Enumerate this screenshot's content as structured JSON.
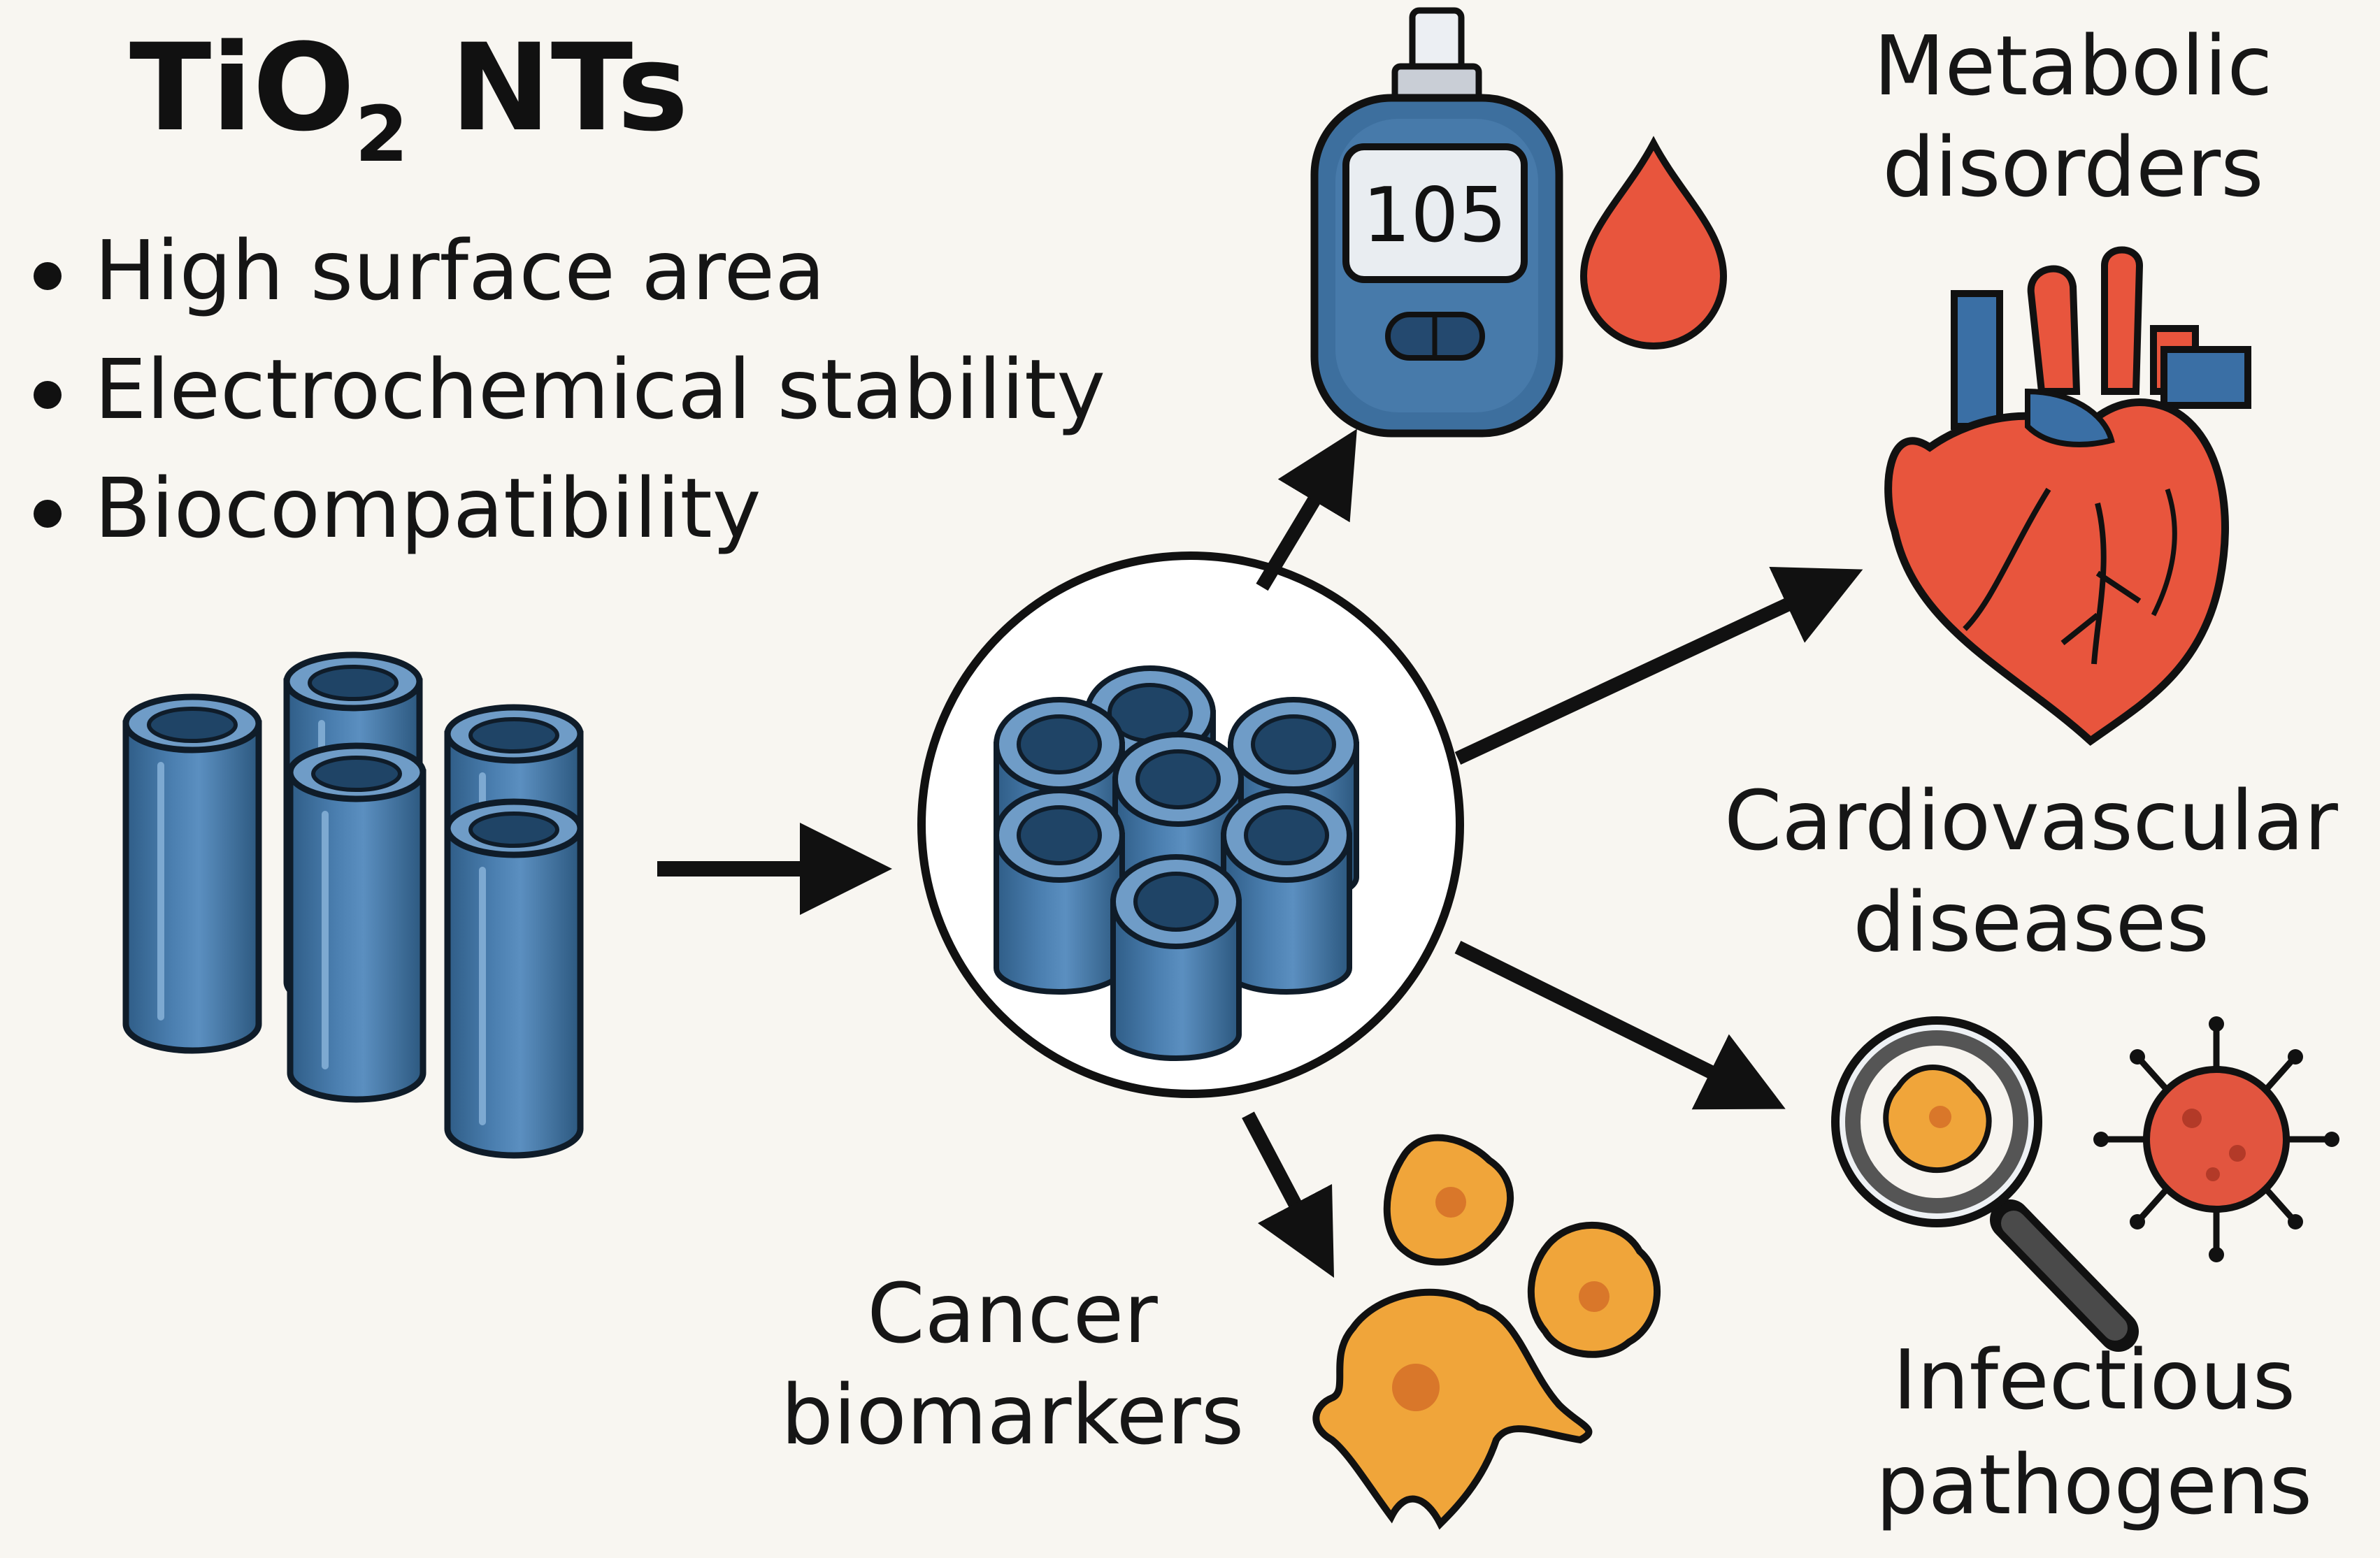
{
  "title": {
    "main": "TiO",
    "subscript": "2",
    "suffix": " NTs"
  },
  "properties": [
    "High surface area",
    "Electrochemical stability",
    "Biocompatibility"
  ],
  "glucometer": {
    "reading": "105"
  },
  "labels": {
    "metabolic_line1": "Metabolic",
    "metabolic_line2": "disorders",
    "cardio_line1": "Cardiovascular",
    "cardio_line2": "diseases",
    "cancer_line1": "Cancer",
    "cancer_line2": "biomarkers",
    "infectious_line1": "Infectious",
    "infectious_line2": "pathogens"
  },
  "icons": [
    "nanotube-bundle-icon",
    "nanotube-array-circle-icon",
    "glucometer-icon",
    "blood-drop-icon",
    "heart-icon",
    "cancer-cells-icon",
    "magnifier-icon",
    "virus-icon"
  ],
  "colors": {
    "tube_blue": "#3d6f9e",
    "tube_light": "#6f9cc7",
    "tube_dark": "#1f4466",
    "heart_red": "#e8553d",
    "vessel_blue": "#3a6fa5",
    "cell_orange": "#f0a53a",
    "virus_red": "#e2553f",
    "background": "#f8f6f1"
  }
}
